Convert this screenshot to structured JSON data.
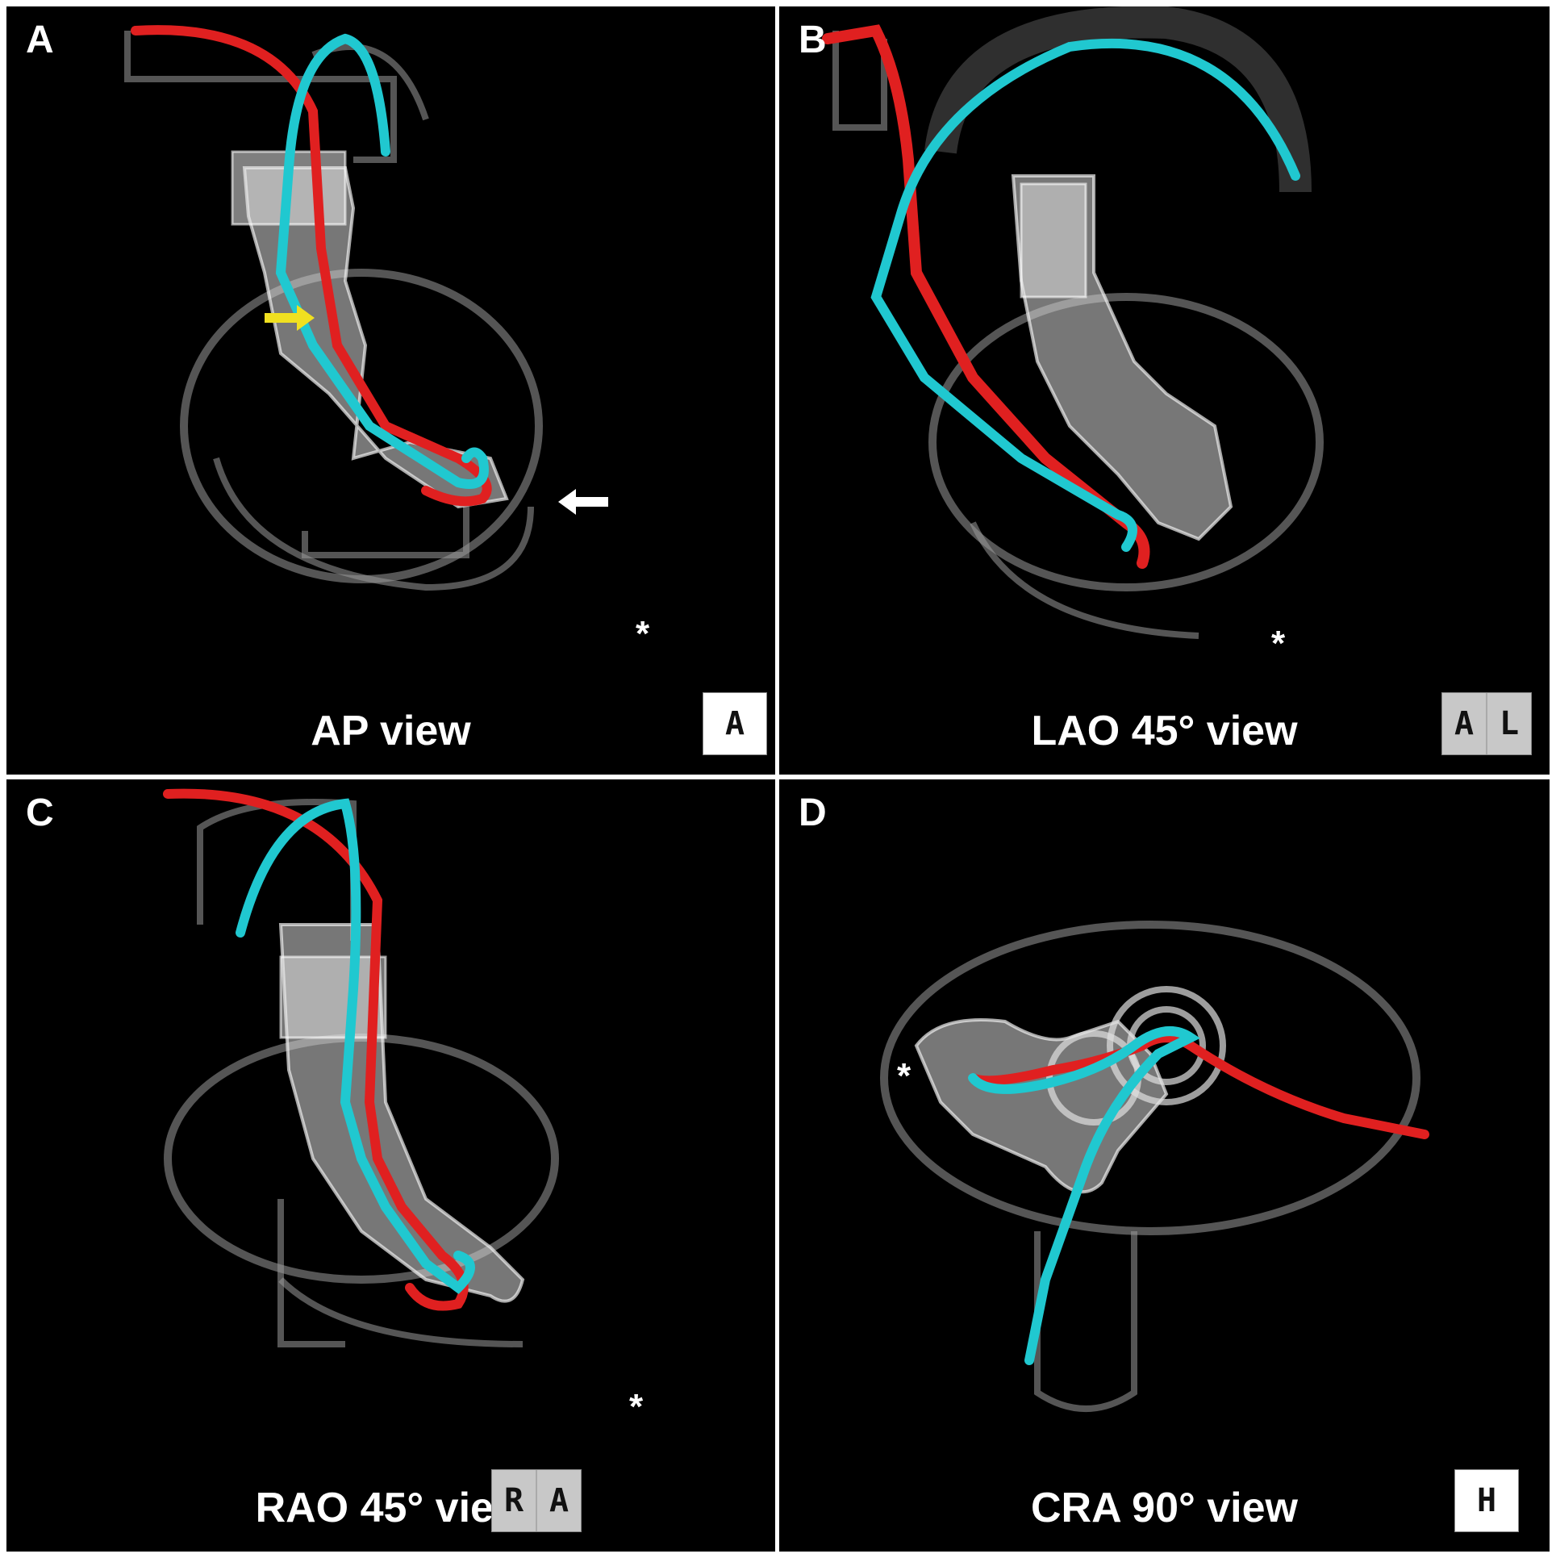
{
  "panels": [
    {
      "letter": "A",
      "caption": "AP view",
      "orientation": [
        "A"
      ],
      "colors": {
        "catheter_1": "#e02020",
        "catheter_2": "#20c8d0"
      }
    },
    {
      "letter": "B",
      "caption": "LAO 45° view",
      "orientation": [
        "A",
        "L"
      ]
    },
    {
      "letter": "C",
      "caption": "RAO 45° view",
      "orientation": [
        "R",
        "A"
      ]
    },
    {
      "letter": "D",
      "caption": "CRA 90° view",
      "orientation": [
        "H"
      ]
    }
  ],
  "markers": {
    "asterisk": "*",
    "yellow_arrow_color": "#f0e020",
    "white_arrow_color": "#ffffff"
  }
}
